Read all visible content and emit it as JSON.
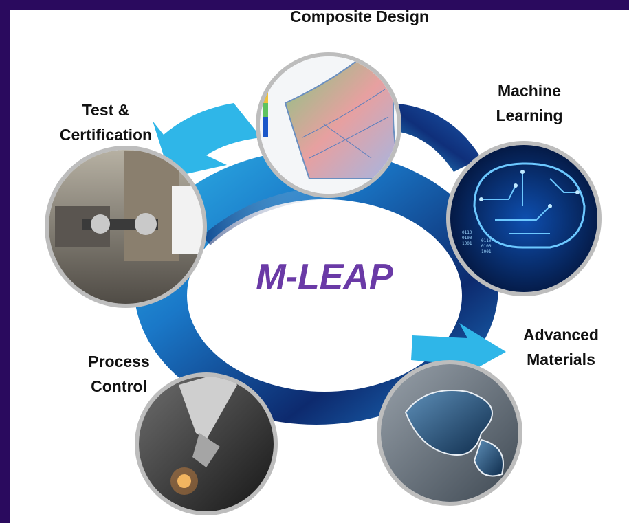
{
  "center_title": "M-LEAP",
  "nodes": [
    {
      "id": "composite-design",
      "label_lines": [
        "Composite Design"
      ],
      "icon": "composite-mesh-simulation-icon"
    },
    {
      "id": "machine-learning",
      "label_lines": [
        "Machine",
        "Learning"
      ],
      "icon": "circuit-brain-icon"
    },
    {
      "id": "advanced-materials",
      "label_lines": [
        "Advanced",
        "Materials"
      ],
      "icon": "water-droplet-on-mesh-icon"
    },
    {
      "id": "process-control",
      "label_lines": [
        "Process",
        "Control"
      ],
      "icon": "robotic-arm-icon"
    },
    {
      "id": "test-certification",
      "label_lines": [
        "Test &",
        "Certification"
      ],
      "icon": "test-fixture-icon"
    }
  ],
  "brain_binary": [
    "0110",
    "0100",
    "1001",
    "0110",
    "0100",
    "1001"
  ],
  "colors": {
    "frame": "#2a0a5e",
    "title": "#6a3aa6",
    "ring_dark": "#0d2a6e",
    "ring_light": "#2fb6e8",
    "circle_border": "#bdbdbd"
  }
}
